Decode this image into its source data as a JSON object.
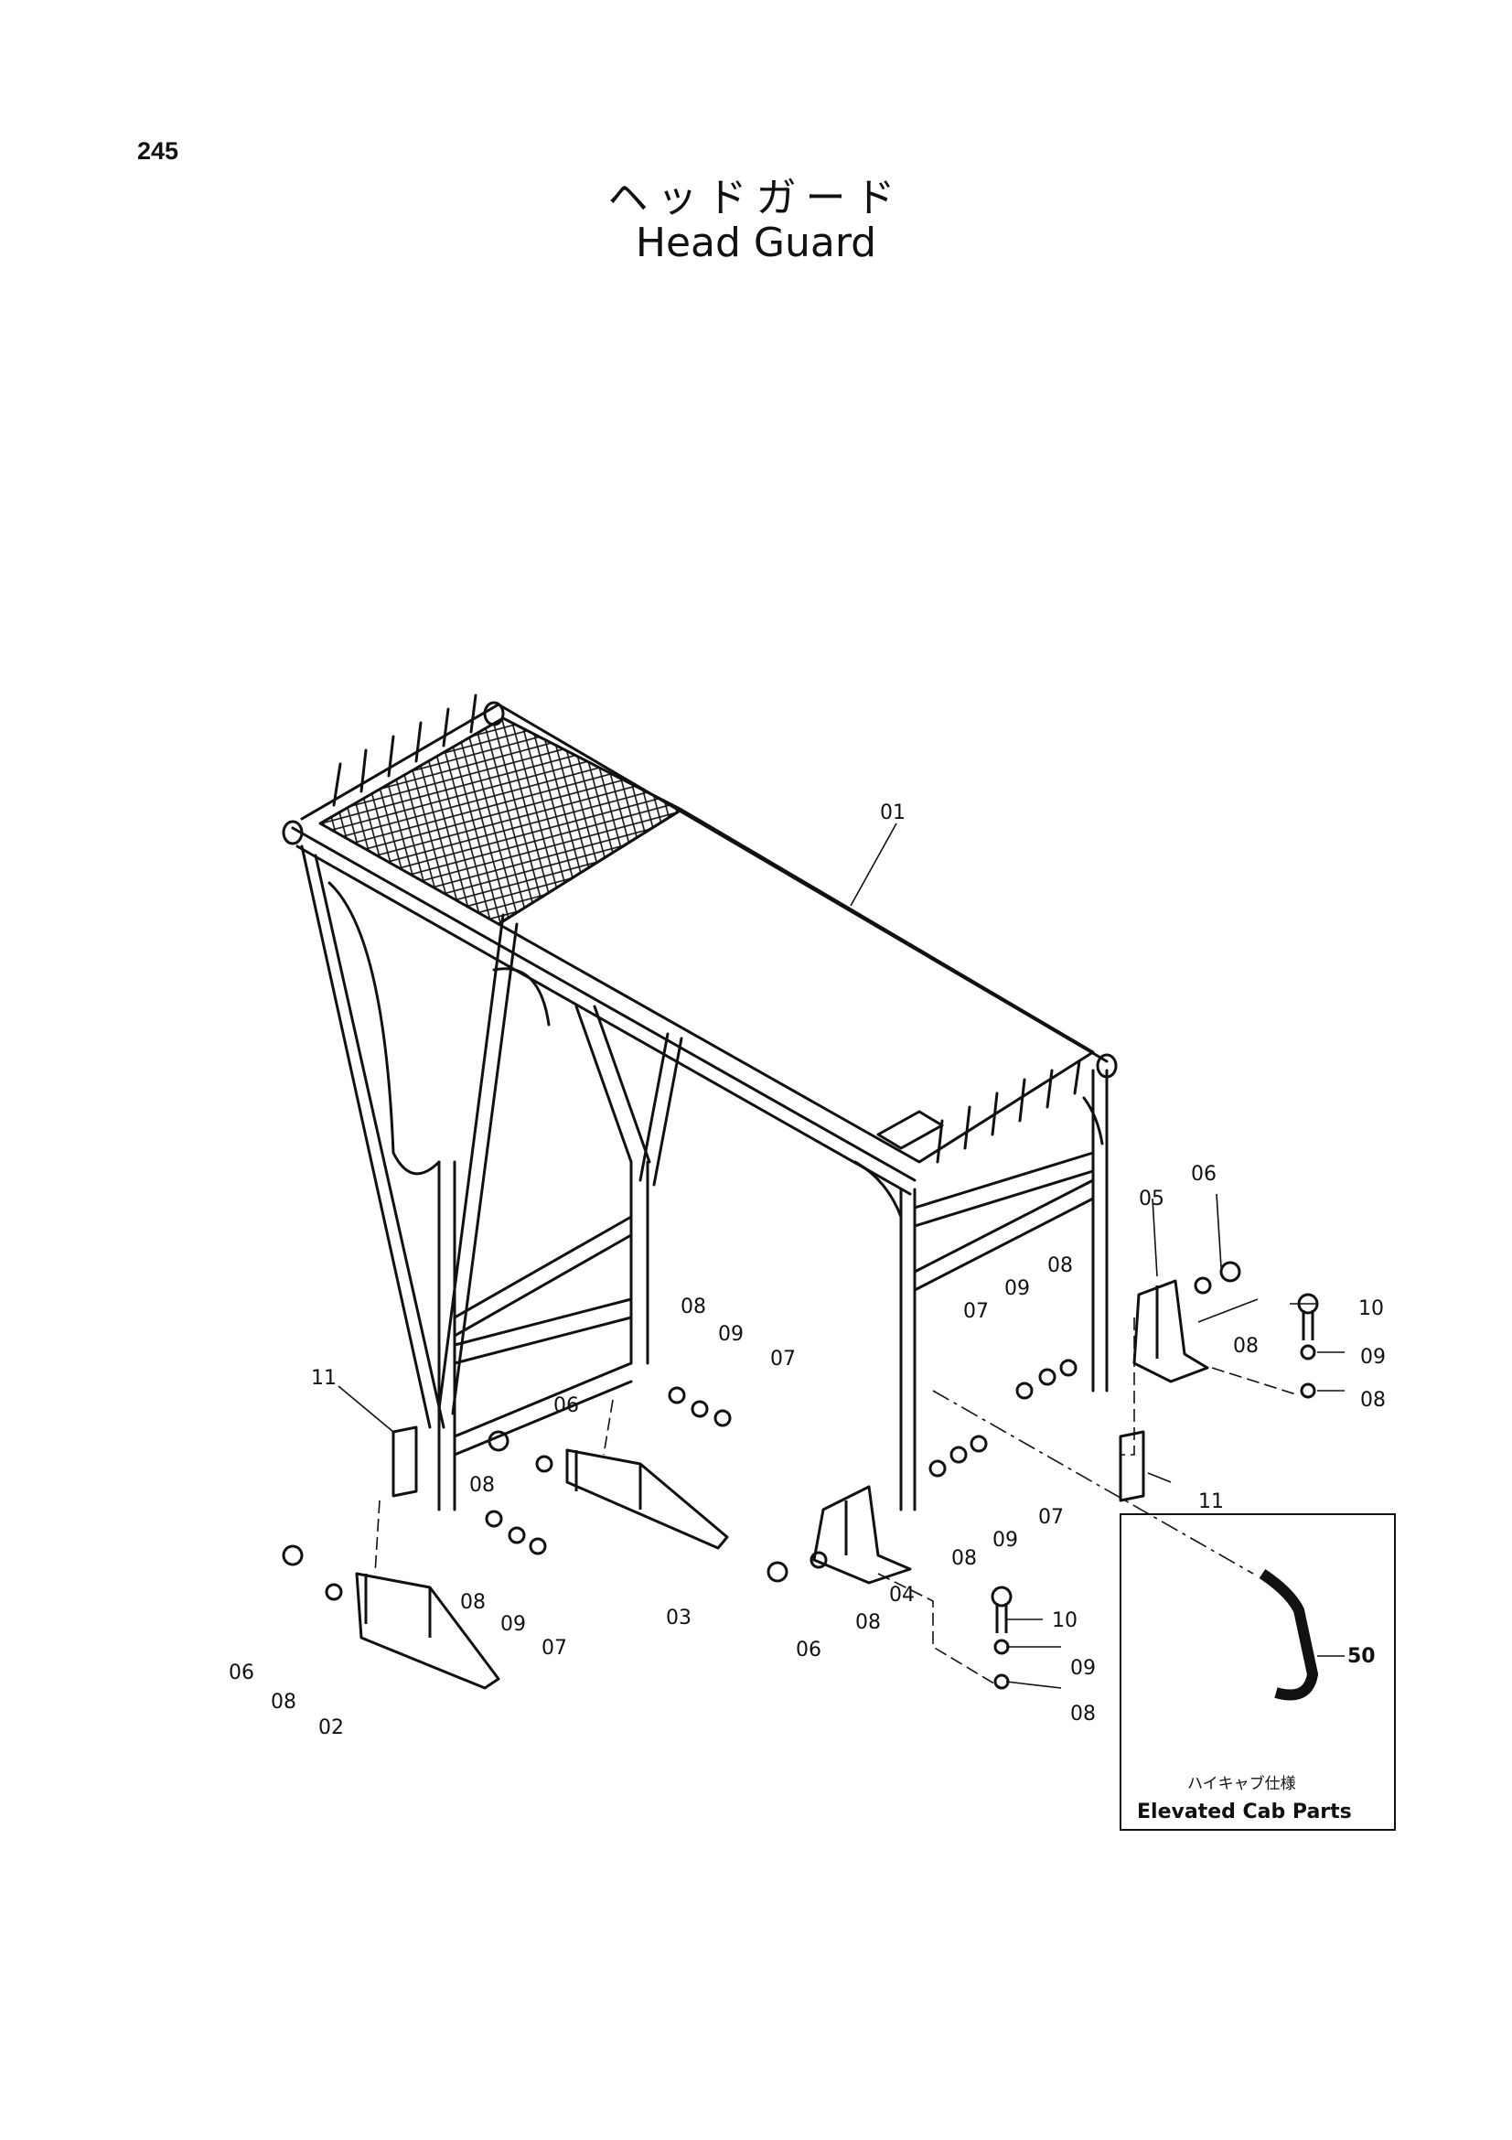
{
  "page_number": "245",
  "title": {
    "japanese": "ヘッドガード",
    "english": "Head Guard"
  },
  "callouts": {
    "c01": "01",
    "c02": "02",
    "c03": "03",
    "c04": "04",
    "c05": "05",
    "c06a": "06",
    "c06b": "06",
    "c06c": "06",
    "c06d": "06",
    "c07a": "07",
    "c07b": "07",
    "c07c": "07",
    "c07d": "07",
    "c08a": "08",
    "c08b": "08",
    "c08c": "08",
    "c08d": "08",
    "c08e": "08",
    "c08f": "08",
    "c08g": "08",
    "c08h": "08",
    "c08i": "08",
    "c08j": "08",
    "c09a": "09",
    "c09b": "09",
    "c09c": "09",
    "c09d": "09",
    "c09e": "09",
    "c09f": "09",
    "c10a": "10",
    "c10b": "10",
    "c11a": "11",
    "c11b": "11",
    "c50": "50"
  },
  "elevated_box": {
    "japanese": "ハイキャブ仕様",
    "english": "Elevated Cab Parts"
  }
}
